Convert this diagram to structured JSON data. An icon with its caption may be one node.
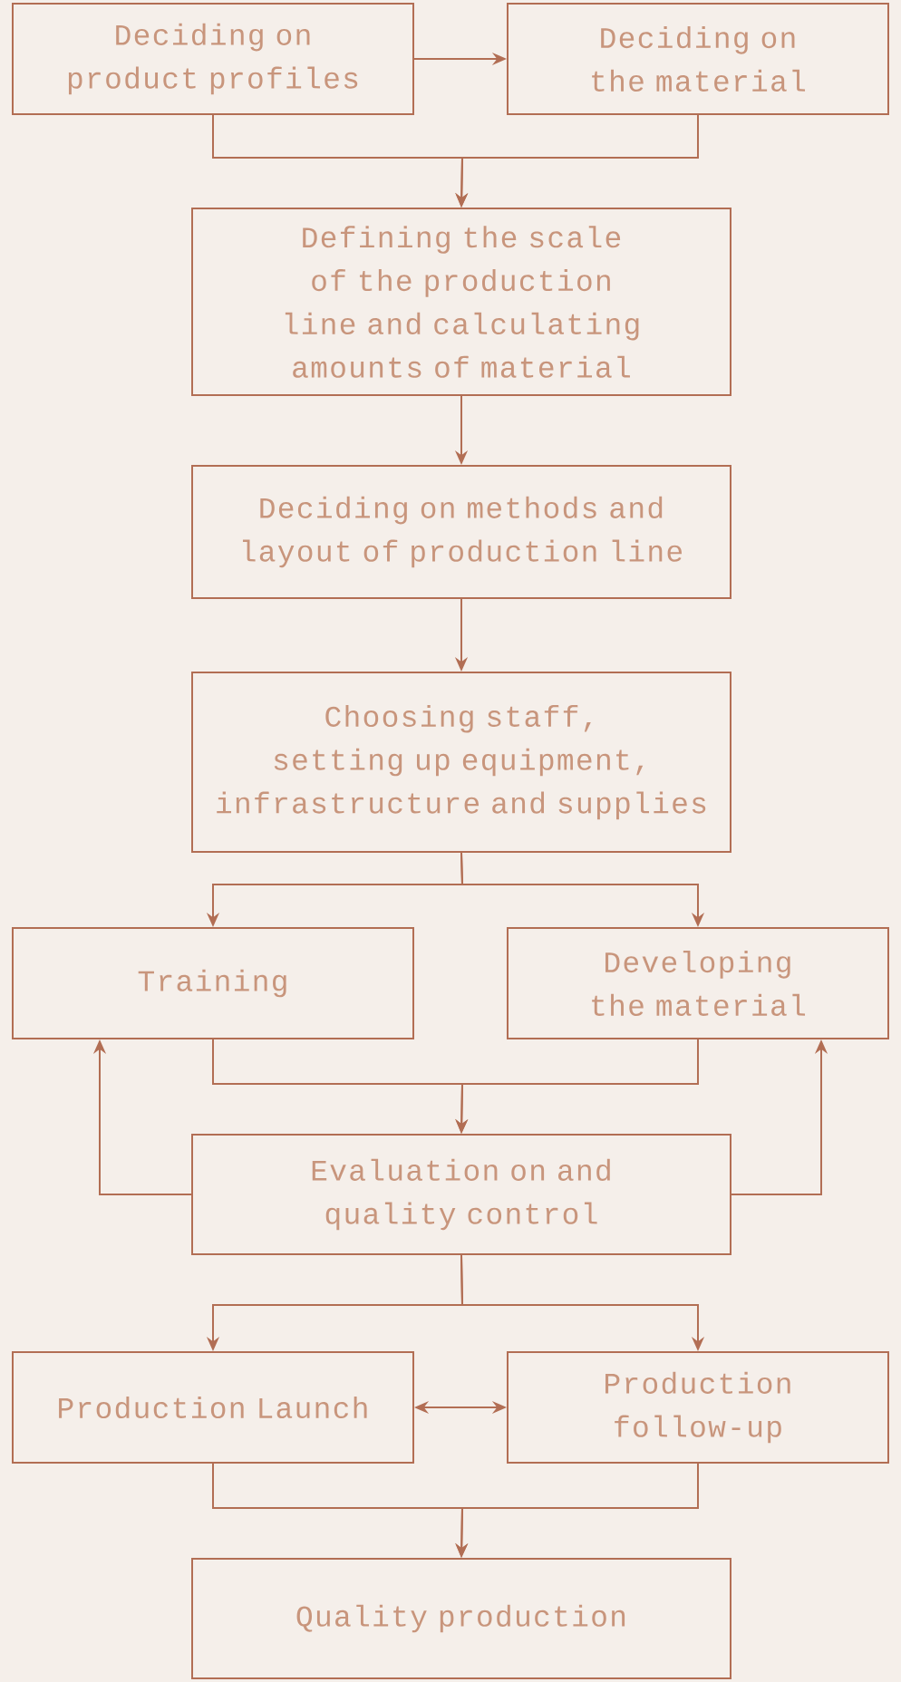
{
  "diagram": {
    "nodes": [
      {
        "text": [
          "Deciding on product profiles"
        ]
      },
      {
        "text": [
          "Deciding on the material"
        ]
      },
      {
        "text": [
          "Defining the scale of the production line and calculating amounts of material"
        ]
      },
      {
        "text": [
          "Deciding on methods and layout of production line"
        ]
      },
      {
        "text": [
          "Choosing staff, setting up equipment, infrastructure and supplies"
        ]
      },
      {
        "text": [
          "Training"
        ]
      },
      {
        "text": [
          "Developing the material"
        ]
      },
      {
        "text": [
          "Evaluation on and quality control"
        ]
      },
      {
        "text": [
          "Production Launch"
        ]
      },
      {
        "text": [
          "Production follow-up"
        ]
      },
      {
        "text": [
          "Quality production"
        ]
      }
    ],
    "edges": [
      {
        "from": 0,
        "to": 1,
        "arrow": "to"
      },
      {
        "from": 0,
        "to": 2,
        "arrow": "to"
      },
      {
        "from": 1,
        "to": 2,
        "arrow": "to"
      },
      {
        "from": 2,
        "to": 3,
        "arrow": "to"
      },
      {
        "from": 3,
        "to": 4,
        "arrow": "to"
      },
      {
        "from": 4,
        "to": 5,
        "arrow": "to"
      },
      {
        "from": 4,
        "to": 6,
        "arrow": "to"
      },
      {
        "from": 5,
        "to": 7,
        "arrow": "to"
      },
      {
        "from": 6,
        "to": 7,
        "arrow": "to"
      },
      {
        "from": 7,
        "to": 5,
        "arrow": "to"
      },
      {
        "from": 7,
        "to": 6,
        "arrow": "to"
      },
      {
        "from": 7,
        "to": 8,
        "arrow": "to"
      },
      {
        "from": 7,
        "to": 9,
        "arrow": "to"
      },
      {
        "from": 8,
        "to": 9,
        "arrow": "both"
      },
      {
        "from": 8,
        "to": 10,
        "arrow": "to"
      },
      {
        "from": 9,
        "to": 10,
        "arrow": "to"
      }
    ]
  }
}
